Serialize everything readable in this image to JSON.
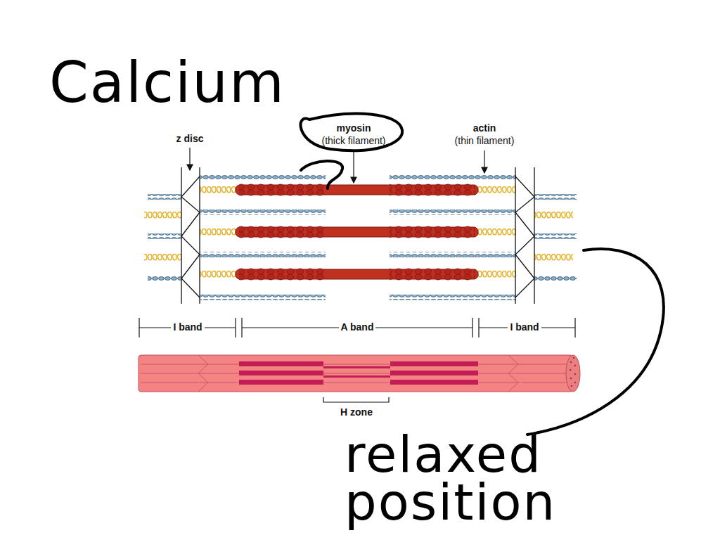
{
  "diagram": {
    "labels": [
      "Calcium",
      "z disc",
      "myosin",
      "(thick filament)",
      "actin",
      "(thin filament)",
      "I band",
      "A band",
      "I band",
      "H zone",
      "relaxed position"
    ]
  }
}
